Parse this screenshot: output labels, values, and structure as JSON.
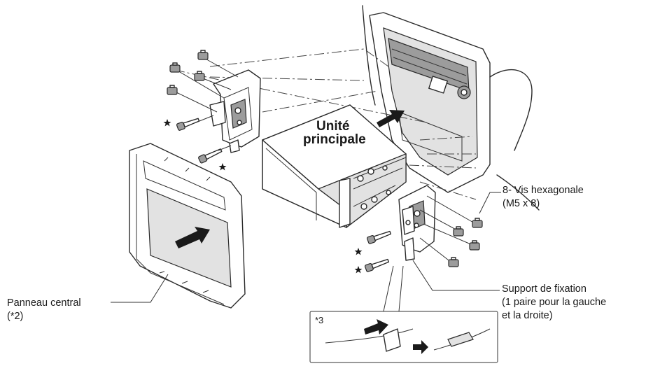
{
  "labels": {
    "unit_line1": "Unité",
    "unit_line2": "principale",
    "screw_line1": "8- Vis hexagonale",
    "screw_line2": "(M5 x 8)",
    "bracket_line1": "Support de fixation",
    "bracket_line2": "(1 paire pour la gauche",
    "bracket_line3": "et la droite)",
    "panel_line1": "Panneau central",
    "panel_line2": "(*2)",
    "detail_ref": "*3"
  }
}
